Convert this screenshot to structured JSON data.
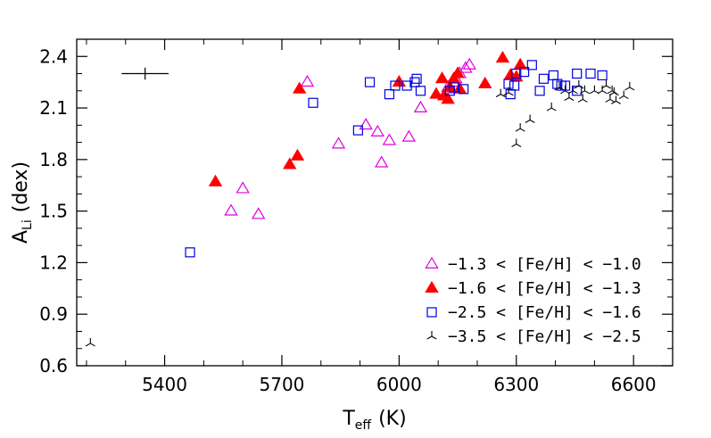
{
  "chart_data": {
    "type": "scatter",
    "xlabel": {
      "main": "T",
      "sub": "eff",
      "unit": "(K)"
    },
    "ylabel": {
      "main": "A",
      "sub": "Li",
      "unit": "(dex)"
    },
    "xlim": [
      5175,
      6700
    ],
    "ylim": [
      0.6,
      2.5
    ],
    "xticks": [
      5400,
      5700,
      6000,
      6300,
      6600
    ],
    "xtick_labels": [
      "5400",
      "5700",
      "6000",
      "6300",
      "6600"
    ],
    "yticks": [
      0.6,
      0.9,
      1.2,
      1.5,
      1.8,
      2.1,
      2.4
    ],
    "ytick_labels": [
      "0.6",
      "0.9",
      "1.2",
      "1.5",
      "1.8",
      "2.1",
      "2.4"
    ],
    "grid": false,
    "legend_position": "bottom-right",
    "error_bar": {
      "x": 5350,
      "y": 2.3,
      "xerr": 60,
      "yerr": 0.035
    },
    "colors": {
      "magenta": "#e000e0",
      "red": "#ff0000",
      "blue": "#0000e0",
      "black": "#000000"
    },
    "series": [
      {
        "name": "−1.3 < [Fe/H] < −1.0",
        "marker": "triangle-open",
        "color": "#e000e0",
        "points": [
          [
            5570,
            1.5
          ],
          [
            5600,
            1.63
          ],
          [
            5640,
            1.48
          ],
          [
            5765,
            2.25
          ],
          [
            5845,
            1.89
          ],
          [
            5915,
            2.0
          ],
          [
            5945,
            1.96
          ],
          [
            5955,
            1.78
          ],
          [
            5975,
            1.91
          ],
          [
            6025,
            1.93
          ],
          [
            6055,
            2.1
          ],
          [
            6130,
            2.21
          ],
          [
            6145,
            2.27
          ],
          [
            6155,
            2.3
          ],
          [
            6170,
            2.33
          ],
          [
            6180,
            2.35
          ],
          [
            6125,
            2.22
          ],
          [
            6140,
            2.25
          ]
        ]
      },
      {
        "name": "−1.6 < [Fe/H] < −1.3",
        "marker": "triangle-filled",
        "color": "#ff0000",
        "points": [
          [
            5530,
            1.67
          ],
          [
            5720,
            1.77
          ],
          [
            5740,
            1.82
          ],
          [
            5745,
            2.21
          ],
          [
            6000,
            2.25
          ],
          [
            6095,
            2.18
          ],
          [
            6110,
            2.27
          ],
          [
            6115,
            2.17
          ],
          [
            6125,
            2.15
          ],
          [
            6130,
            2.22
          ],
          [
            6140,
            2.27
          ],
          [
            6150,
            2.3
          ],
          [
            6155,
            2.21
          ],
          [
            6220,
            2.24
          ],
          [
            6265,
            2.39
          ],
          [
            6285,
            2.29
          ],
          [
            6300,
            2.28
          ],
          [
            6310,
            2.35
          ]
        ]
      },
      {
        "name": "−2.5 < [Fe/H] < −1.6",
        "marker": "square-open",
        "color": "#0000e0",
        "points": [
          [
            5465,
            1.26
          ],
          [
            5780,
            2.13
          ],
          [
            5895,
            1.97
          ],
          [
            5925,
            2.25
          ],
          [
            5975,
            2.18
          ],
          [
            5990,
            2.23
          ],
          [
            6020,
            2.23
          ],
          [
            6040,
            2.25
          ],
          [
            6045,
            2.27
          ],
          [
            6055,
            2.2
          ],
          [
            6130,
            2.2
          ],
          [
            6140,
            2.22
          ],
          [
            6165,
            2.21
          ],
          [
            6280,
            2.24
          ],
          [
            6285,
            2.18
          ],
          [
            6295,
            2.23
          ],
          [
            6300,
            2.3
          ],
          [
            6320,
            2.31
          ],
          [
            6340,
            2.35
          ],
          [
            6360,
            2.2
          ],
          [
            6370,
            2.27
          ],
          [
            6395,
            2.29
          ],
          [
            6405,
            2.24
          ],
          [
            6415,
            2.23
          ],
          [
            6425,
            2.23
          ],
          [
            6455,
            2.2
          ],
          [
            6455,
            2.3
          ],
          [
            6490,
            2.3
          ],
          [
            6520,
            2.29
          ]
        ]
      },
      {
        "name": "−3.5 < [Fe/H] < −2.5",
        "marker": "tripod",
        "color": "#000000",
        "points": [
          [
            5210,
            0.73
          ],
          [
            6260,
            2.18
          ],
          [
            6280,
            2.19
          ],
          [
            6300,
            1.89
          ],
          [
            6310,
            1.98
          ],
          [
            6335,
            2.03
          ],
          [
            6390,
            2.1
          ],
          [
            6410,
            2.22
          ],
          [
            6425,
            2.2
          ],
          [
            6435,
            2.16
          ],
          [
            6445,
            2.2
          ],
          [
            6460,
            2.23
          ],
          [
            6470,
            2.15
          ],
          [
            6475,
            2.2
          ],
          [
            6500,
            2.2
          ],
          [
            6520,
            2.2
          ],
          [
            6530,
            2.23
          ],
          [
            6540,
            2.15
          ],
          [
            6545,
            2.2
          ],
          [
            6550,
            2.19
          ],
          [
            6555,
            2.14
          ],
          [
            6575,
            2.17
          ],
          [
            6590,
            2.22
          ]
        ]
      }
    ]
  }
}
